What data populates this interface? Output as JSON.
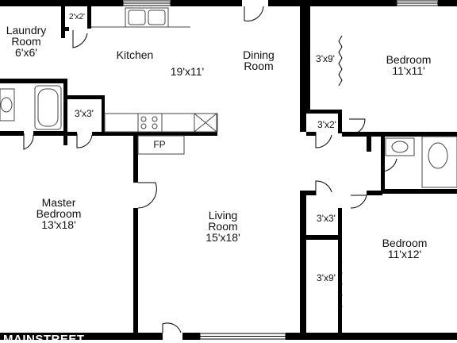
{
  "rooms": {
    "laundry": {
      "name_line1": "Laundry",
      "name_line2": "Room",
      "size": "6'x6'"
    },
    "kitchen": {
      "name": "Kitchen",
      "size": "19'x11'"
    },
    "dining": {
      "name_line1": "Dining",
      "name_line2": "Room"
    },
    "bedroom_top": {
      "name": "Bedroom",
      "size": "11'x11'"
    },
    "master": {
      "name_line1": "Master",
      "name_line2": "Bedroom",
      "size": "13'x18'"
    },
    "living": {
      "name_line1": "Living",
      "name_line2": "Room",
      "size": "15'x18'"
    },
    "bedroom_bottom": {
      "name": "Bedroom",
      "size": "11'x12'"
    }
  },
  "closets": {
    "pantry": "2'x2'",
    "bath_closet": "3'x3'",
    "closet_top_bedroom": "3'x9'",
    "closet_hall": "3'x2'",
    "closet_mid": "3'x3'",
    "closet_bottom_bedroom": "3'x9'"
  },
  "fireplace": "FP",
  "watermark": "MAINSTREET",
  "colors": {
    "wall": "#000000",
    "fixture": "#444444",
    "background": "#ffffff"
  }
}
